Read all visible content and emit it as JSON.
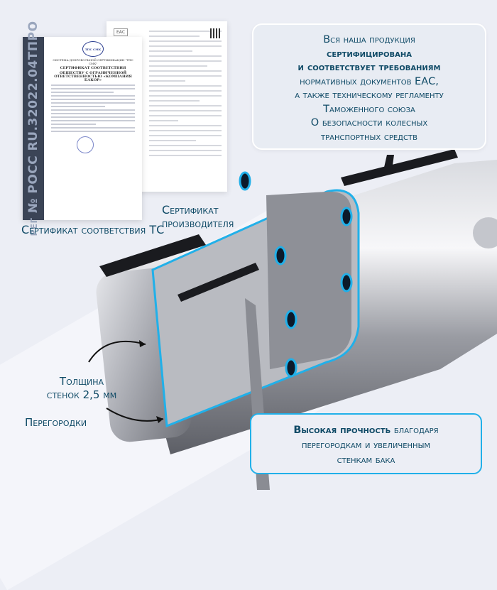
{
  "certificates": {
    "tc_certificate": {
      "reg_number": "рег № РОСС RU.32022.04ТПРО",
      "logo_text": "ТПС СМК",
      "system": "СИСТЕМА ДОБРОВОЛЬНОЙ СЕРТИФИКАЦИИ \"ТПС СМК\"",
      "title": "СЕРТИФИКАТ СООТВЕТСТВИЯ",
      "issued_to": "ОБЩЕСТВУ С ОГРАНИЧЕННОЙ ОТВЕТСТВЕННОСТЬЮ «КОМПАНИЯ БАКОР»",
      "caption": "Сертификат соответствия ТС"
    },
    "manufacturer_certificate": {
      "mark": "ЕАС",
      "caption": "Сертификат производителя"
    }
  },
  "info_box": {
    "line1": "Вся наша продукция",
    "line2_bold": "сертифицирована",
    "line3_bold": "и соответствует требованиям",
    "line4": "нормативных документов ЕАС,",
    "line5": "а также техническому регламенту",
    "line6": "Таможенного союза",
    "line7": "О безопасности колесных",
    "line8": "транспортных средств"
  },
  "callouts": {
    "wall_thickness": "Толщина стенок 2,5 мм",
    "partitions": "Перегородки"
  },
  "strength_box": {
    "bold": "Высокая прочность",
    "text1": "благодаря",
    "text2": "перегородкам и увеличенным",
    "text3": "стенкам бака"
  },
  "colors": {
    "text": "#0f4a66",
    "accent": "#21b0e9",
    "background": "#eceef5"
  }
}
